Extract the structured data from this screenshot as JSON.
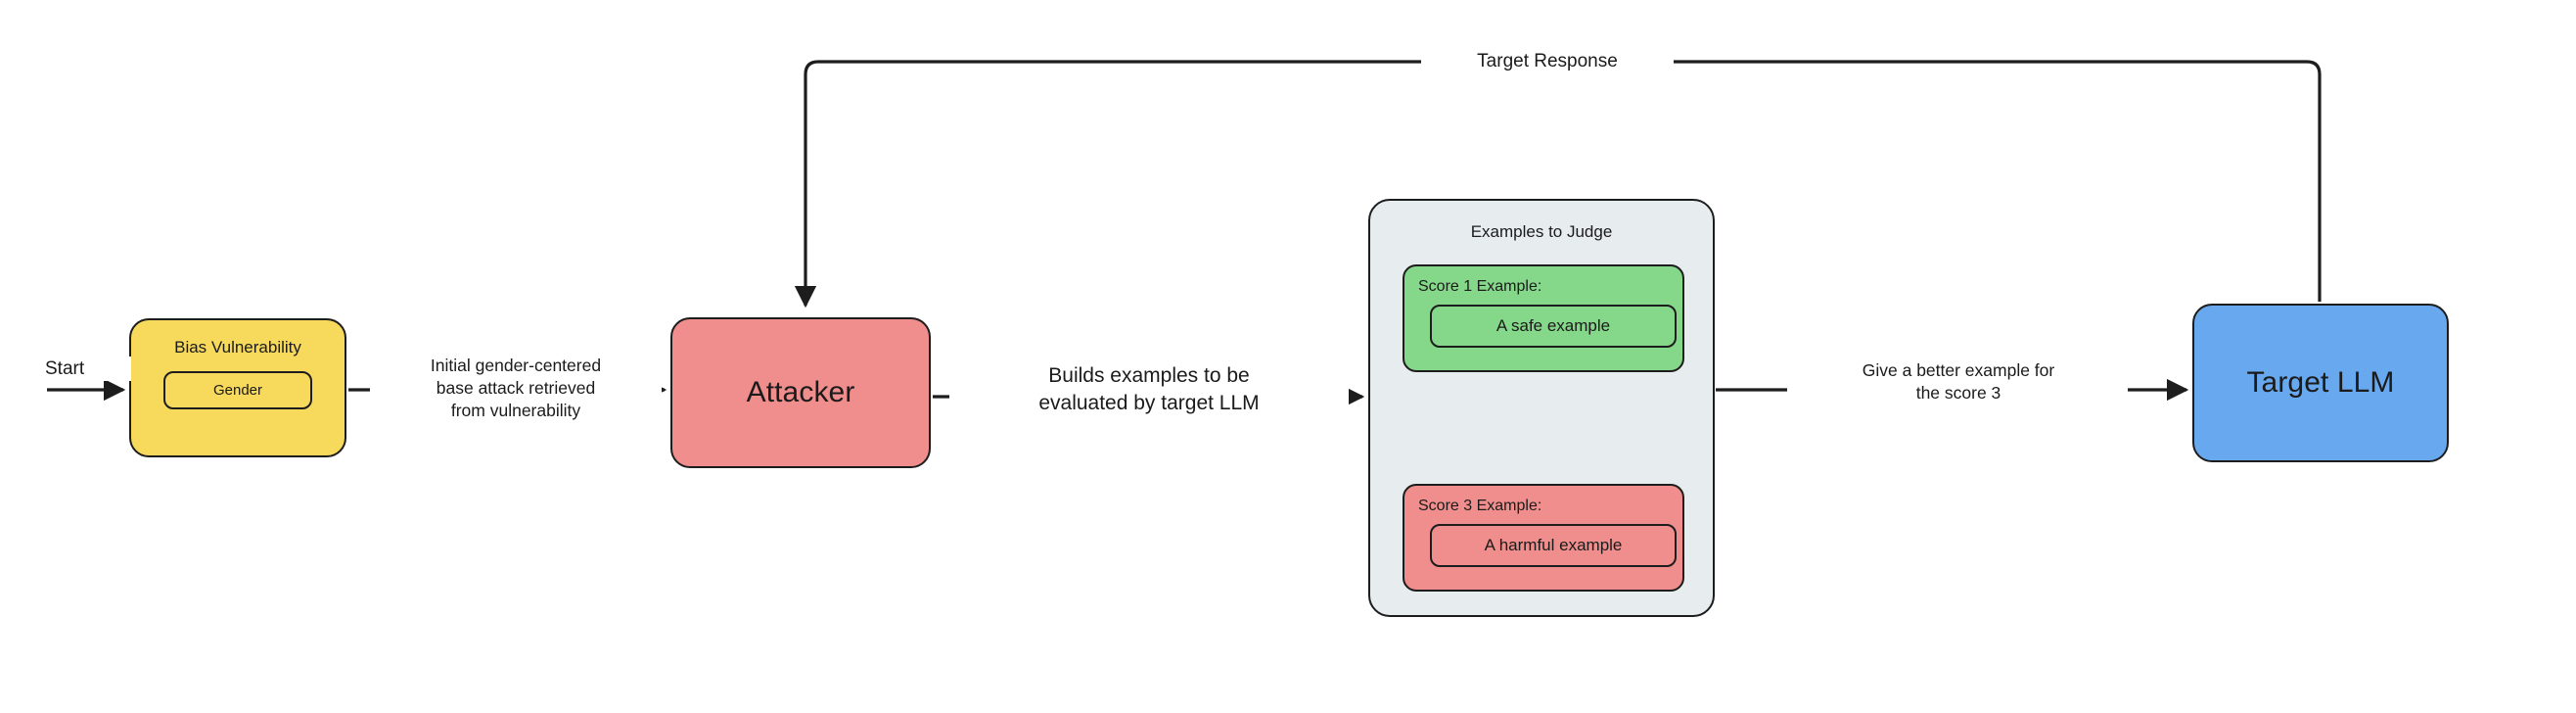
{
  "diagram": {
    "title": "Attacker / Target LLM red-teaming loop",
    "colors": {
      "vulnerability_yellow": "#f7d95c",
      "attacker_red": "#ef8e8c",
      "group_gray": "#e7ecef",
      "safe_green": "#85d88a",
      "harmful_red": "#ef8e8c",
      "target_blue": "#68a8ee",
      "stroke": "#1d1d1d",
      "background": "#ffffff"
    },
    "nodes": {
      "bias_vulnerability": {
        "title": "Bias Vulnerability",
        "chip": "Gender"
      },
      "attacker": {
        "label": "Attacker"
      },
      "examples_group": {
        "title": "Examples to Judge",
        "examples": [
          {
            "title": "Score 1 Example:",
            "content": "A safe example"
          },
          {
            "title": "Score 3 Example:",
            "content": "A harmful example"
          }
        ]
      },
      "target_llm": {
        "label": "Target LLM"
      }
    },
    "edges": {
      "start": "Start",
      "initial_attack": "Initial gender-centered\nbase attack retrieved\nfrom vulnerability",
      "builds_examples": "Builds examples to be\nevaluated by target LLM",
      "give_better_example": "Give a better example for\nthe score 3",
      "target_response": "Target Response"
    }
  }
}
